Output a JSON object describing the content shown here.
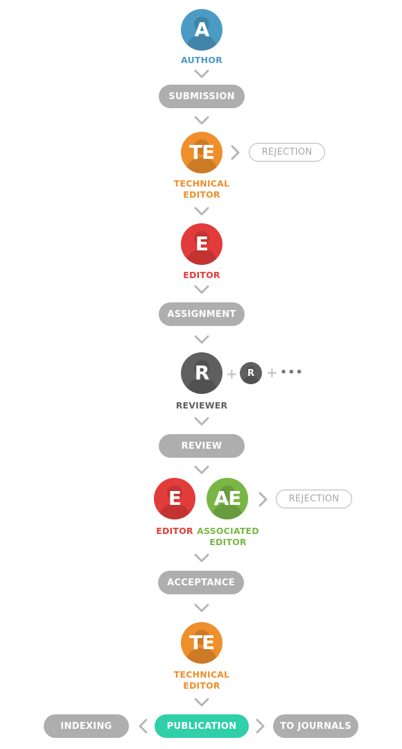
{
  "author": {
    "letter": "A",
    "label": "AUTHOR",
    "color": "#4b9bc4"
  },
  "submission": {
    "label": "SUBMISSION"
  },
  "technical_editor_1": {
    "letter": "TE",
    "label_line1": "TECHNICAL",
    "label_line2": "EDITOR",
    "color": "#ee8f2c"
  },
  "rejection_1": {
    "label": "REJECTION"
  },
  "editor_1": {
    "letter": "E",
    "label": "EDITOR",
    "color": "#e23c3a"
  },
  "assignment": {
    "label": "ASSIGNMENT"
  },
  "reviewer": {
    "letter": "R",
    "label": "REVIEWER",
    "color": "#5f5f5f",
    "extra_letter": "R",
    "more": "•••"
  },
  "review": {
    "label": "REVIEW"
  },
  "editor_2": {
    "letter": "E",
    "label": "EDITOR",
    "color": "#e23c3a"
  },
  "associated_editor": {
    "letter": "AE",
    "label_line1": "ASSOCIATED",
    "label_line2": "EDITOR",
    "color": "#7ab646"
  },
  "rejection_2": {
    "label": "REJECTION"
  },
  "acceptance": {
    "label": "ACCEPTANCE"
  },
  "technical_editor_2": {
    "letter": "TE",
    "label_line1": "TECHNICAL",
    "label_line2": "EDITOR",
    "color": "#ee8f2c"
  },
  "indexing": {
    "label": "INDEXING"
  },
  "publication": {
    "label": "PUBLICATION",
    "color": "#2fcfa9"
  },
  "to_journals": {
    "label": "TO JOURNALS"
  }
}
